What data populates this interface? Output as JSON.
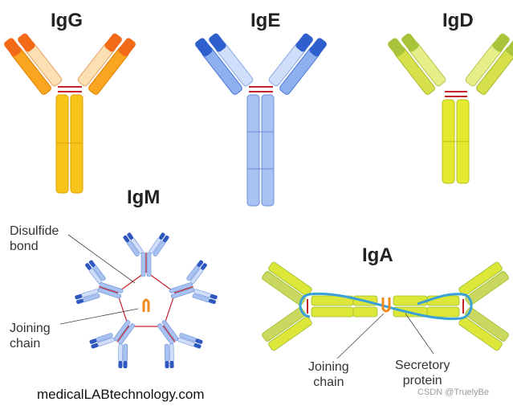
{
  "labels": {
    "igg": "IgG",
    "ige": "IgE",
    "igd": "IgD",
    "igm": "IgM",
    "iga": "IgA",
    "disulfide_line1": "Disulfide",
    "disulfide_line2": "bond",
    "joining_left_line1": "Joining",
    "joining_left_line2": "chain",
    "joining_right_line1": "Joining",
    "joining_right_line2": "chain",
    "secretory_line1": "Secretory",
    "secretory_line2": "protein",
    "website": "medicalLABtechnology.com",
    "watermark": "CSDN @TruelyBe"
  },
  "colors": {
    "igg_dark": "#f26a17",
    "igg_mid": "#f9a51f",
    "igg_light": "#fbe0b4",
    "igg_stem": "#f7c41a",
    "ige_dark": "#2e5fcc",
    "ige_mid": "#8fb0ee",
    "ige_light": "#d0defa",
    "ige_stem": "#a8c2f2",
    "igd_dark": "#a8c43a",
    "igd_mid": "#d6e04a",
    "igd_light": "#e6ee8a",
    "igd_stem": "#e4ea2e",
    "igm_dark": "#2e58c0",
    "igm_light": "#a9c2f0",
    "iga_dark": "#9bbd2a",
    "iga_light": "#dde73a",
    "disulfide": "#c8202a",
    "secretory": "#3aa0d8",
    "joining": "#f08a1e"
  }
}
